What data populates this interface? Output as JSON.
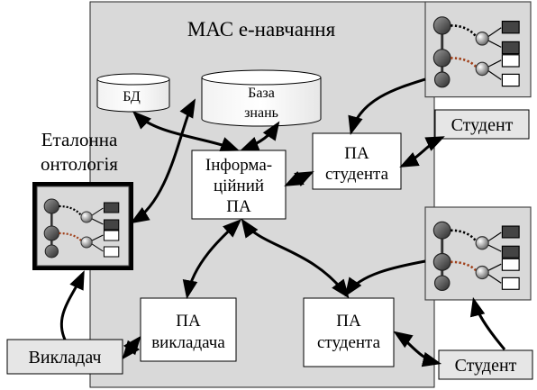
{
  "title": "МАС е-навчання",
  "databases": {
    "db": "БД",
    "kb_line1": "База",
    "kb_line2": "знань"
  },
  "agents": {
    "info_line1": "Інформа-",
    "info_line2": "ційний",
    "info_line3": "ПА",
    "student1_line1": "ПА",
    "student1_line2": "студента",
    "teacher_line1": "ПА",
    "teacher_line2": "викладача",
    "student2_line1": "ПА",
    "student2_line2": "студента"
  },
  "actors": {
    "student_top": "Студент",
    "student_bottom": "Студент",
    "teacher": "Викладач"
  },
  "ontology": {
    "line1": "Еталонна",
    "line2": "онтологія"
  }
}
